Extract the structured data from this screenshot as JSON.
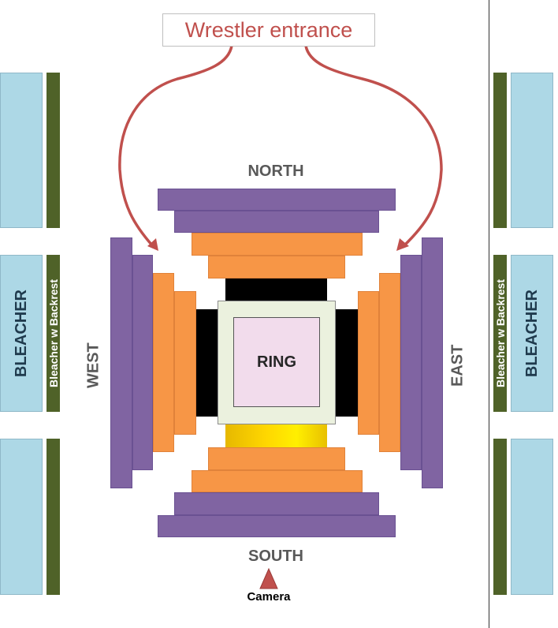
{
  "entrance": {
    "label": "Wrestler entrance",
    "color": "#c0504d"
  },
  "directions": {
    "north": "NORTH",
    "south": "SOUTH",
    "east": "EAST",
    "west": "WEST"
  },
  "ring": {
    "label": "RING",
    "mat_color": "#f2dcec",
    "apron_color": "#ebf1de"
  },
  "bleachers": {
    "label": "BLEACHER",
    "backrest_label": "Bleacher w Backrest",
    "bleacher_color": "#add8e6",
    "backrest_color": "#4f6228"
  },
  "camera": {
    "label": "Camera",
    "color": "#c0504d"
  },
  "seat_colors": {
    "outer_rows": "#8064a2",
    "inner_rows": "#f79646",
    "ringside": "#000000",
    "entrance_ramp": "#ffd700"
  }
}
